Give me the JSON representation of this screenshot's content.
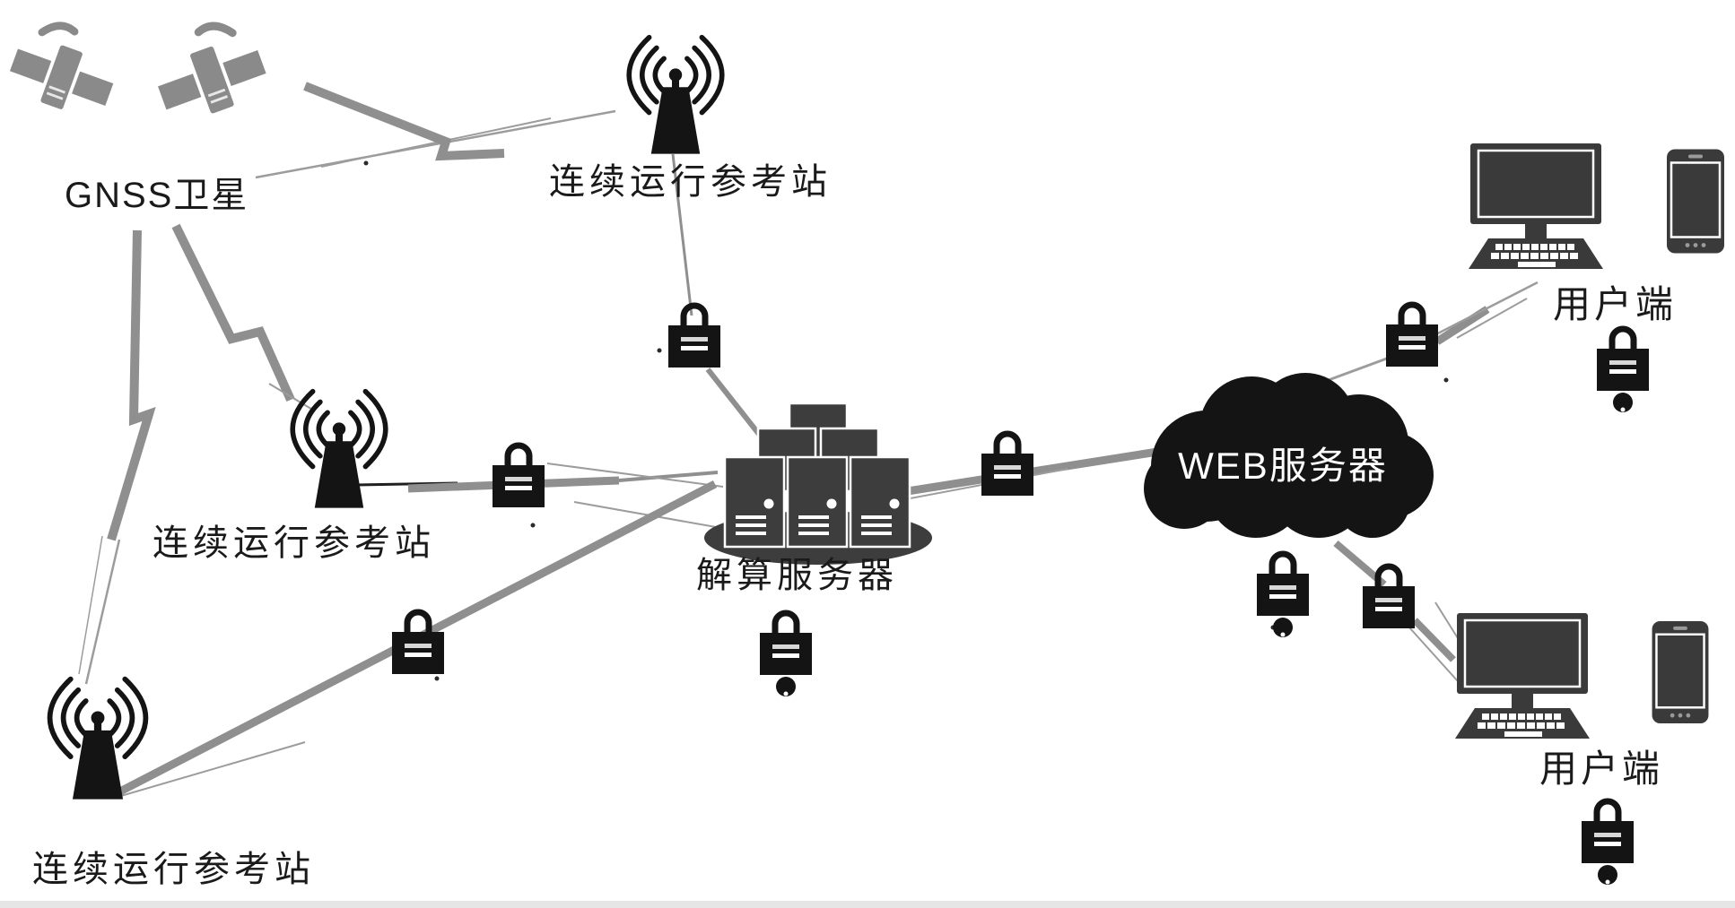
{
  "labels": {
    "gnss": "GNSS卫星",
    "station_top": "连续运行参考站",
    "station_mid": "连续运行参考站",
    "station_bottom": "连续运行参考站",
    "compute_server": "解算服务器",
    "web_server": "WEB服务器",
    "user_top": "用户端",
    "user_bottom": "用户端"
  },
  "colors": {
    "icon_black": "#141414",
    "icon_gray": "#8a8a8a",
    "server_gray": "#3d3d3d",
    "device_gray": "#3a3a3a",
    "line_gray": "#8f8f8f",
    "thin_line_gray": "#9c9c9c",
    "text_black": "#1a1a1a",
    "label_white": "#ffffff",
    "bg_white": "#ffffff"
  },
  "icons": {
    "satellite": "satellite-icon",
    "antenna": "radio-tower-icon",
    "lock": "padlock-icon",
    "lock_with_key": "padlock-key-icon",
    "server_cluster": "server-cluster-icon",
    "cloud": "cloud-icon",
    "desktop": "desktop-computer-icon",
    "phone": "smartphone-icon",
    "lightning": "lightning-bolt-link",
    "dot": "speck-dot"
  }
}
